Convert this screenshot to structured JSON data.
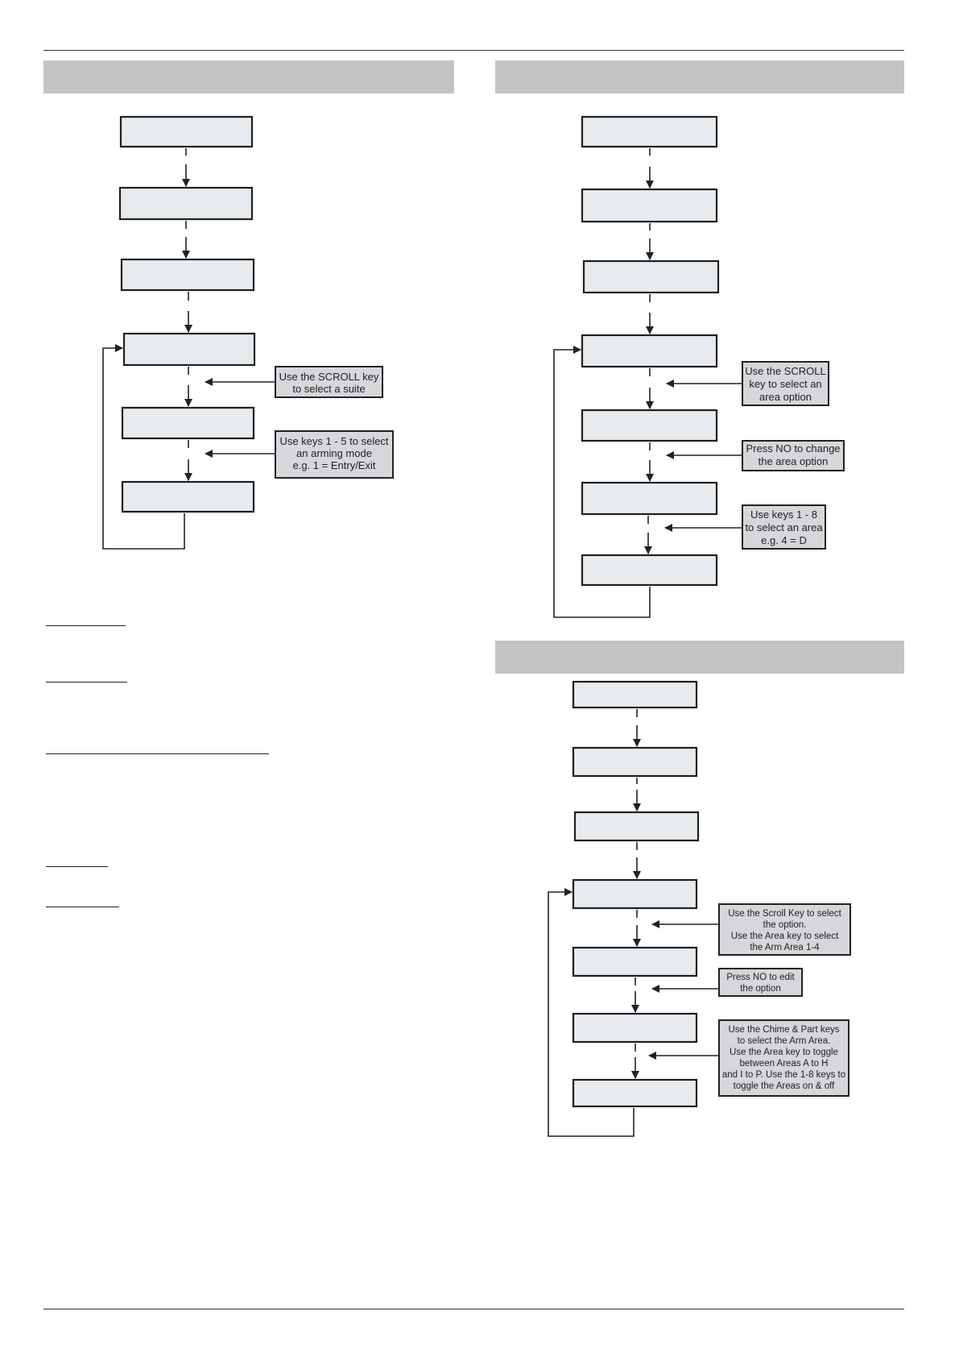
{
  "notes": {
    "suite_select": [
      "Use the SCROLL key",
      "to select a suite"
    ],
    "arming_mode": [
      "Use keys 1 - 5 to select",
      "an arming mode",
      "e.g. 1 = Entry/Exit"
    ],
    "area_option_select": [
      "Use the SCROLL",
      "key to select an",
      "area option"
    ],
    "area_option_change": [
      "Press NO to change",
      "the area option"
    ],
    "area_select": [
      "Use keys 1 - 8",
      "to select an area",
      "e.g. 4 = D"
    ],
    "scroll_area_select": [
      "Use the Scroll Key to select",
      "the option.",
      "Use the Area key to select",
      "the Arm Area 1-4"
    ],
    "edit_option": [
      "Press NO to edit",
      "the option"
    ],
    "chime_part_keys": [
      "Use the Chime & Part keys",
      "to select the Arm Area.",
      "Use the Area key to toggle",
      "between Areas A to H",
      "and I to P. Use the 1-8 keys to",
      "toggle the Areas on & off"
    ]
  }
}
